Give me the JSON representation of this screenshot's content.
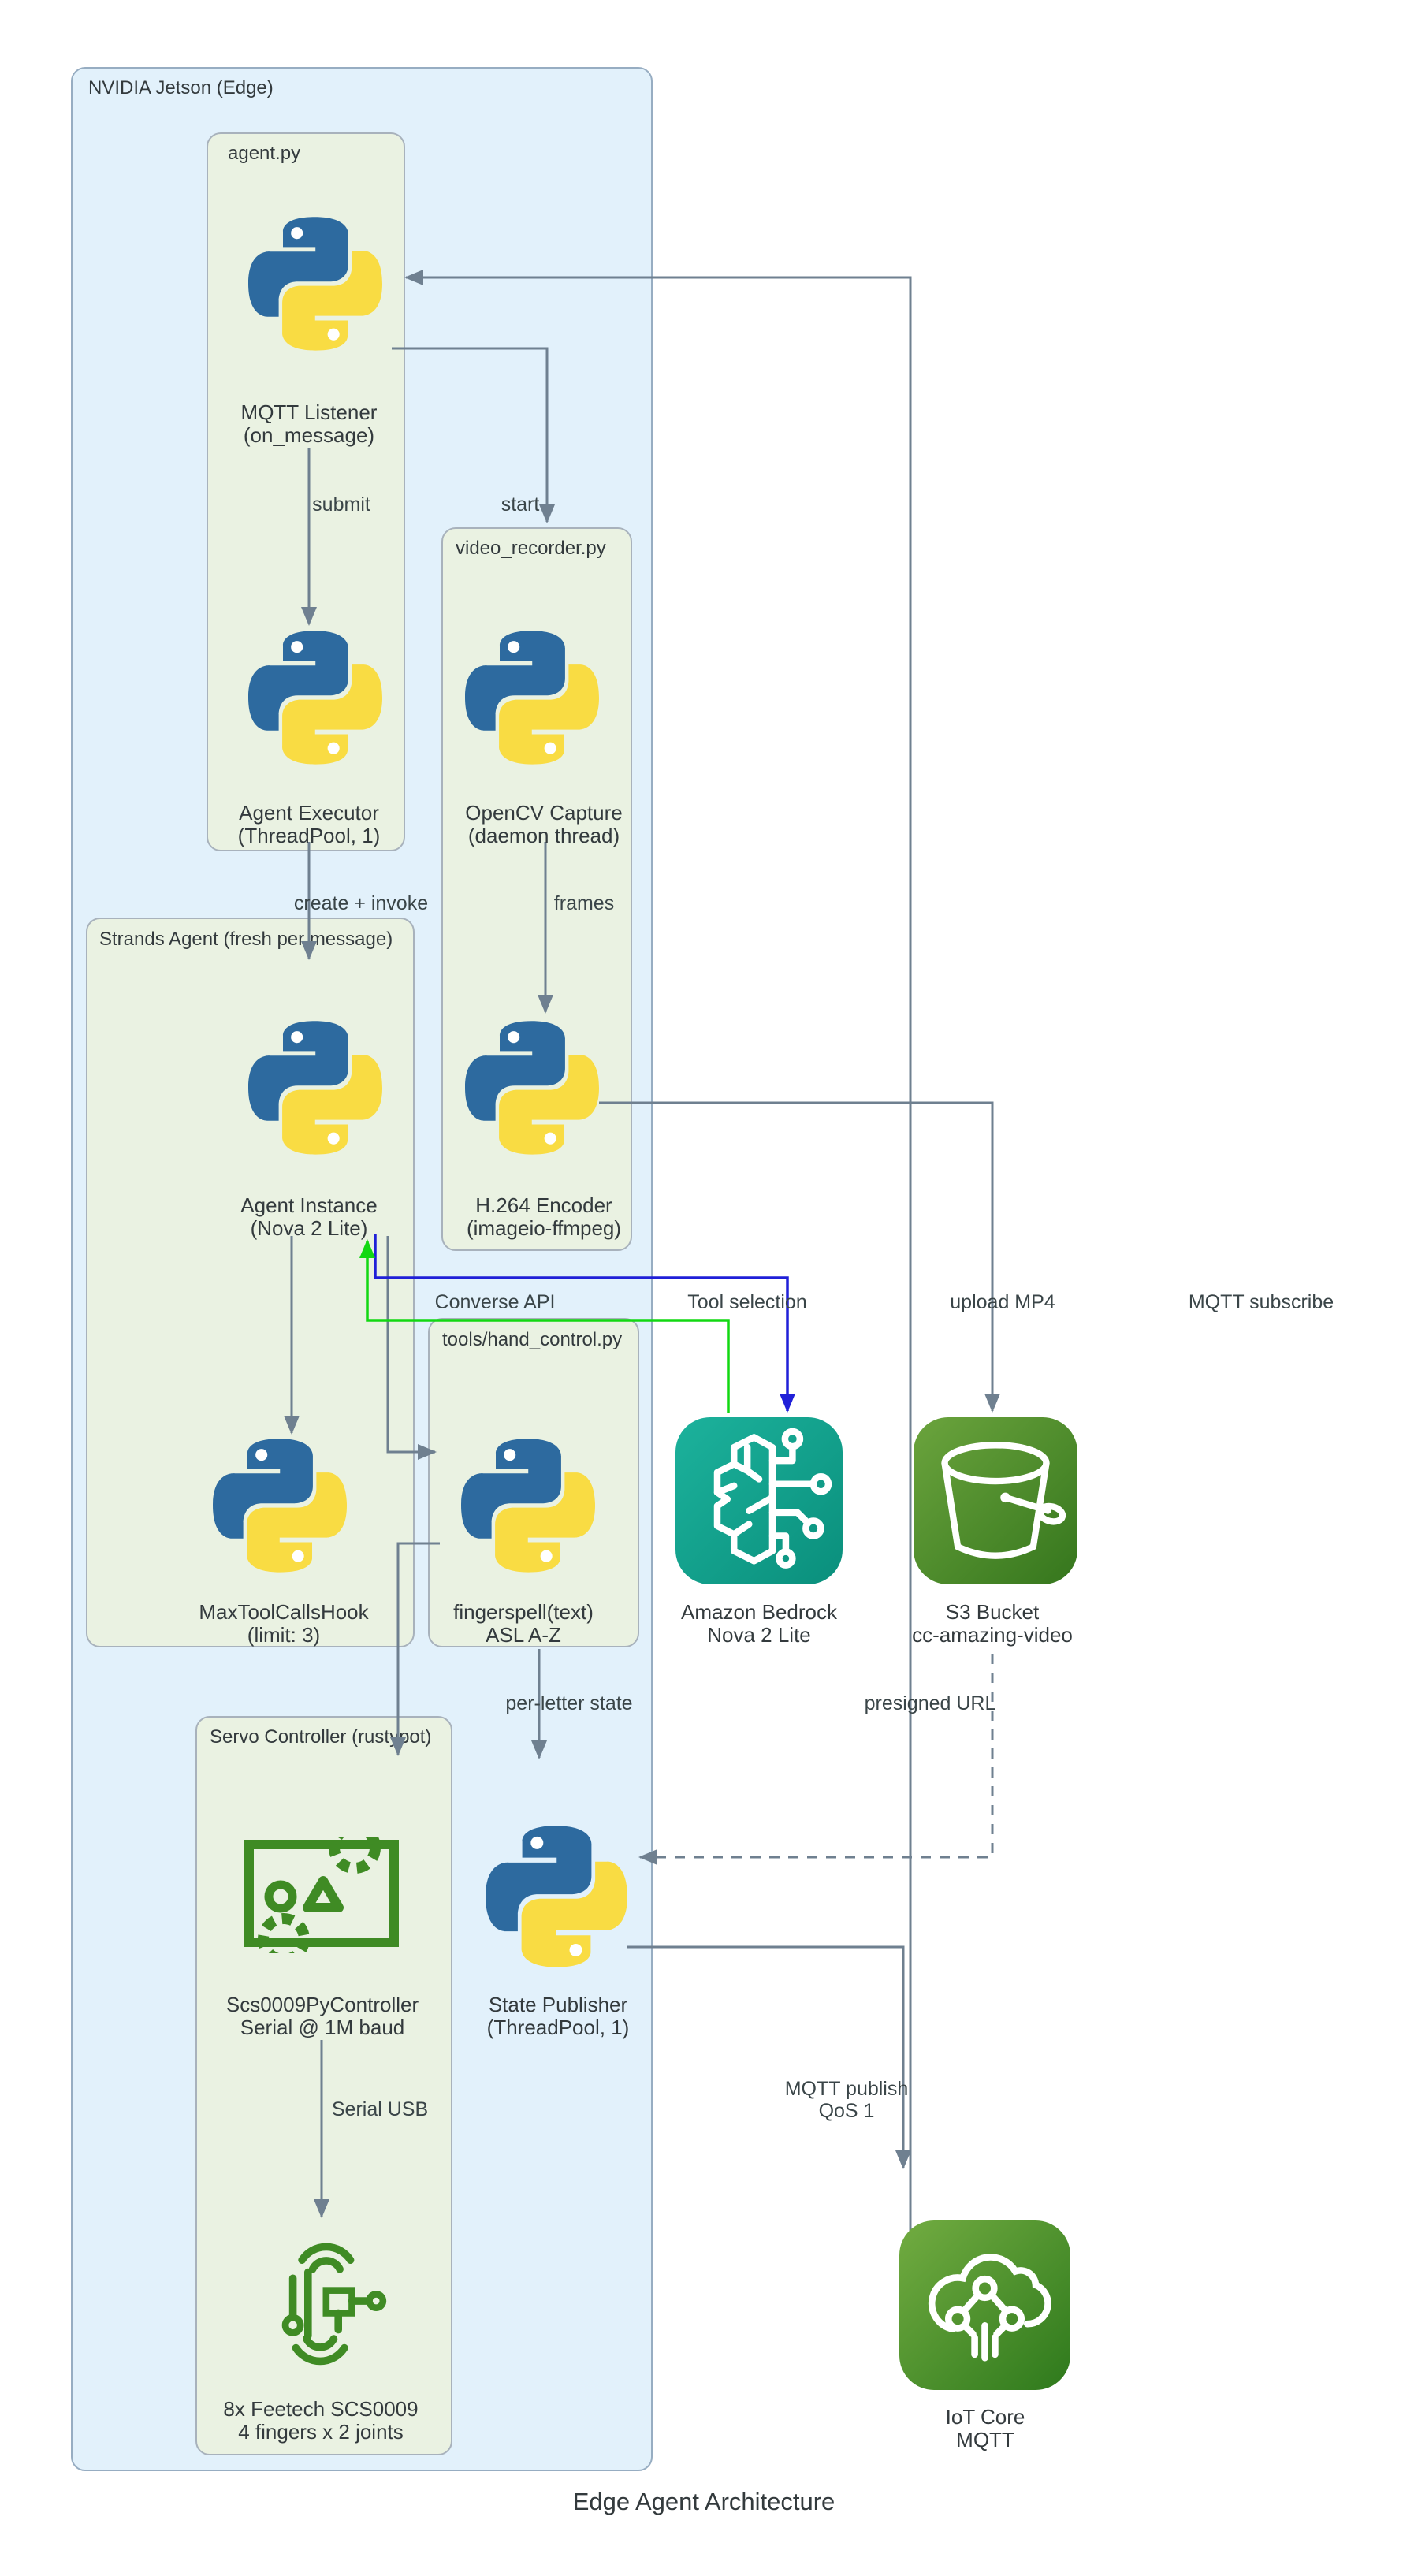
{
  "title": "Edge Agent Architecture",
  "groups": {
    "jetson": {
      "label": "NVIDIA Jetson (Edge)"
    },
    "agent_py": {
      "label": "agent.py"
    },
    "video_recorder": {
      "label": "video_recorder.py"
    },
    "strands": {
      "label": "Strands Agent (fresh per message)"
    },
    "tools": {
      "label": "tools/hand_control.py"
    },
    "servo": {
      "label": "Servo Controller (rustypot)"
    }
  },
  "nodes": {
    "mqtt_listener": {
      "line1": "MQTT Listener",
      "line2": "(on_message)",
      "icon": "python-icon"
    },
    "agent_executor": {
      "line1": "Agent Executor",
      "line2": "(ThreadPool, 1)",
      "icon": "python-icon"
    },
    "opencv_capture": {
      "line1": "OpenCV Capture",
      "line2": "(daemon thread)",
      "icon": "python-icon"
    },
    "agent_instance": {
      "line1": "Agent Instance",
      "line2": "(Nova 2 Lite)",
      "icon": "python-icon"
    },
    "h264_encoder": {
      "line1": "H.264 Encoder",
      "line2": "(imageio-ffmpeg)",
      "icon": "python-icon"
    },
    "max_tool_calls": {
      "line1": "MaxToolCallsHook",
      "line2": "(limit: 3)",
      "icon": "python-icon"
    },
    "fingerspell": {
      "line1": "fingerspell(text)",
      "line2": "ASL A-Z",
      "icon": "python-icon"
    },
    "bedrock": {
      "line1": "Amazon Bedrock",
      "line2": "Nova 2 Lite",
      "icon": "bedrock-icon"
    },
    "s3": {
      "line1": "S3 Bucket",
      "line2": "cc-amazing-video",
      "icon": "s3-bucket-icon"
    },
    "scs_controller": {
      "line1": "Scs0009PyController",
      "line2": "Serial @ 1M baud",
      "icon": "servo-controller-icon"
    },
    "state_publisher": {
      "line1": "State Publisher",
      "line2": "(ThreadPool, 1)",
      "icon": "python-icon"
    },
    "feetech_servos": {
      "line1": "8x Feetech SCS0009",
      "line2": "4 fingers x 2 joints",
      "icon": "circuit-board-icon"
    },
    "iot_core": {
      "line1": "IoT Core",
      "line2": "MQTT",
      "icon": "iot-core-icon"
    }
  },
  "edges": {
    "submit": "submit",
    "start": "start",
    "create_invoke": "create + invoke",
    "frames": "frames",
    "converse_api": "Converse API",
    "tool_selection": "Tool selection",
    "upload_mp4": "upload MP4",
    "mqtt_subscribe": "MQTT subscribe",
    "per_letter_state": "per-letter state",
    "presigned_url": "presigned URL",
    "serial_usb": "Serial USB",
    "mqtt_publish_line1": "MQTT publish",
    "mqtt_publish_line2": "QoS 1"
  },
  "colors": {
    "jetson_fill": "#e2f1fb",
    "subgraph_fill": "#eaf2e2",
    "edge_gray": "#6f8090",
    "edge_blue": "#2020d8",
    "edge_green": "#12d812",
    "python_blue": "#2d6a9f",
    "python_yellow": "#f9dc43",
    "bedrock_teal": "#0fa491",
    "s3_green": "#4a8f2c",
    "iot_green": "#4b8f2b",
    "board_green": "#3f8b24"
  }
}
